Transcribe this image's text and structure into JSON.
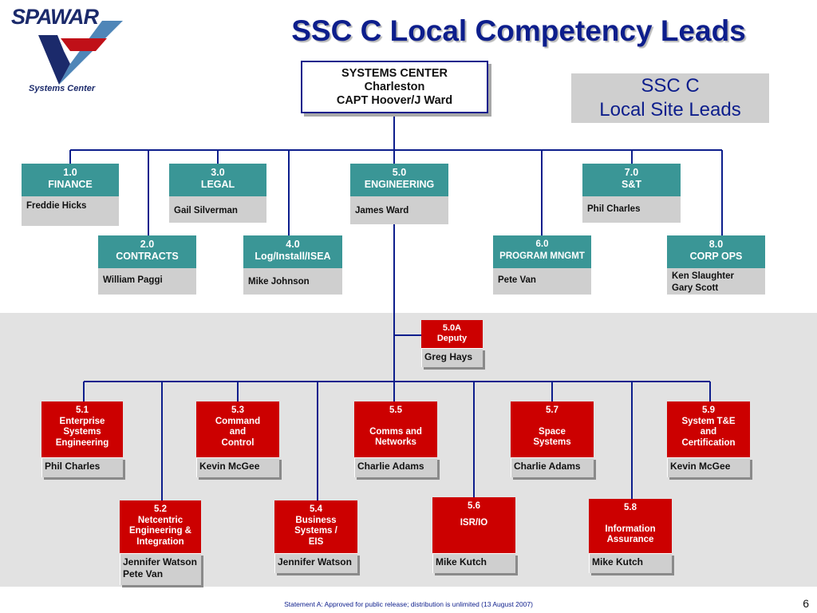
{
  "header": {
    "logo_text_top": "SPAWAR",
    "logo_text_bottom": "Systems Center",
    "title": "SSC C Local Competency Leads"
  },
  "top_box": {
    "line1": "SYSTEMS CENTER",
    "line2": "Charleston",
    "line3": "CAPT Hoover/J Ward"
  },
  "site_leads": {
    "line1": "SSC C",
    "line2": "Local Site Leads"
  },
  "orgs": [
    {
      "id": "finance",
      "code": "1.0",
      "label": "FINANCE",
      "lead": "Freddie Hicks"
    },
    {
      "id": "legal",
      "code": "3.0",
      "label": "LEGAL",
      "lead": "Gail Silverman"
    },
    {
      "id": "engineering",
      "code": "5.0",
      "label": "ENGINEERING",
      "lead": "James Ward"
    },
    {
      "id": "st",
      "code": "7.0",
      "label": "S&T",
      "lead": "Phil Charles"
    },
    {
      "id": "contracts",
      "code": "2.0",
      "label": "CONTRACTS",
      "lead": "William Paggi"
    },
    {
      "id": "log",
      "code": "4.0",
      "label": "Log/Install/ISEA",
      "lead": "Mike Johnson"
    },
    {
      "id": "program",
      "code": "6.0",
      "label": "PROGRAM MNGMT",
      "lead": "Pete Van"
    },
    {
      "id": "corpops",
      "code": "8.0",
      "label": "CORP OPS",
      "lead1": "Ken Slaughter",
      "lead2": "Gary Scott"
    }
  ],
  "deputy": {
    "line1": "5.0A",
    "line2": "Deputy",
    "lead": "Greg Hays"
  },
  "comps": [
    {
      "id": "5-1",
      "lines": [
        "5.1",
        "Enterprise",
        "Systems",
        "Engineering"
      ],
      "lead": "Phil Charles"
    },
    {
      "id": "5-3",
      "lines": [
        "5.3",
        "Command",
        "and",
        "Control"
      ],
      "lead": "Kevin McGee"
    },
    {
      "id": "5-5",
      "lines": [
        "5.5",
        "Comms and",
        "Networks"
      ],
      "lead": "Charlie Adams"
    },
    {
      "id": "5-7",
      "lines": [
        "5.7",
        "Space",
        "Systems"
      ],
      "lead": "Charlie Adams"
    },
    {
      "id": "5-9",
      "lines": [
        "5.9",
        "System T&E",
        "and",
        "Certification"
      ],
      "lead": "Kevin McGee"
    },
    {
      "id": "5-2",
      "lines": [
        "5.2",
        "Netcentric",
        "Engineering &",
        "Integration"
      ],
      "lead1": "Jennifer Watson",
      "lead2": "Pete Van"
    },
    {
      "id": "5-4",
      "lines": [
        "5.4",
        "Business",
        "Systems /",
        "EIS"
      ],
      "lead": "Jennifer Watson"
    },
    {
      "id": "5-6",
      "lines": [
        "5.6",
        "ISR/IO"
      ],
      "lead": "Mike Kutch"
    },
    {
      "id": "5-8",
      "lines": [
        "5.8",
        "Information",
        "Assurance"
      ],
      "lead": "Mike Kutch"
    }
  ],
  "footer": {
    "statement": "Statement A:  Approved for public release; distribution is unlimited (13 August 2007)",
    "page": "6"
  },
  "colors": {
    "title_blue": "#0d1e8c",
    "teal": "#3a9696",
    "red": "#cc0000",
    "gray": "#cfcfcf",
    "band": "#e2e2e2"
  }
}
